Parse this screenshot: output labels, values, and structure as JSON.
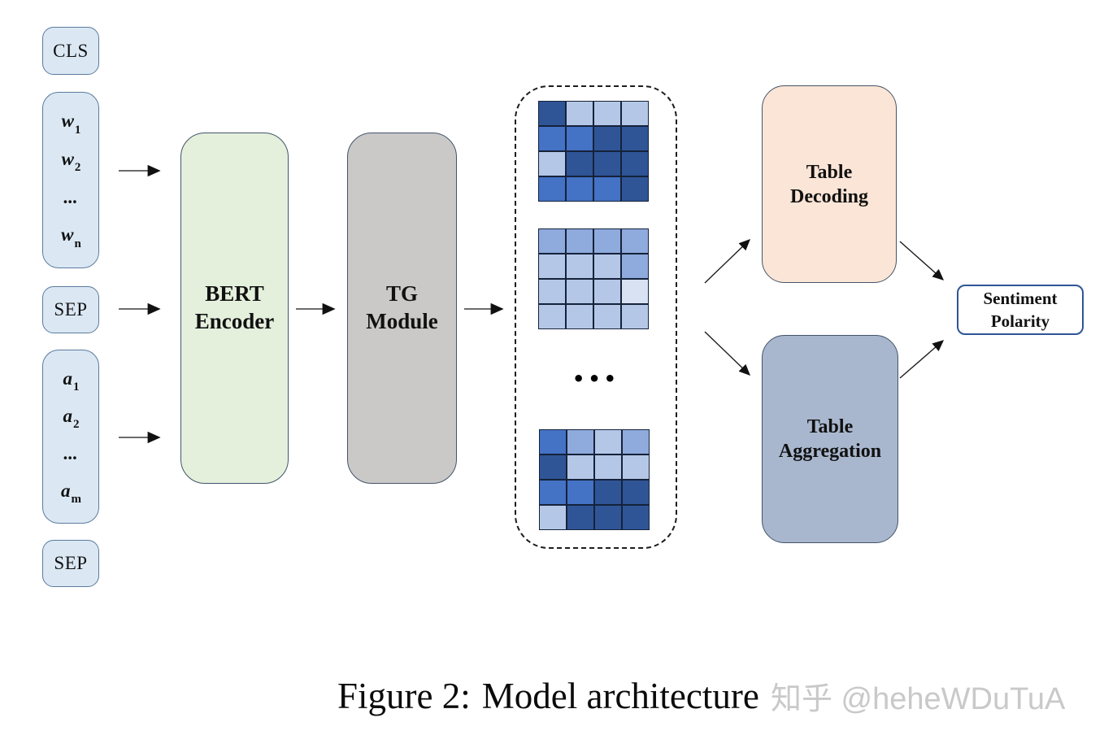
{
  "figure": {
    "caption_label": "Figure 2:",
    "caption_title": "Model architecture",
    "watermark": "知乎 @heheWDuTuA"
  },
  "palette": {
    "heat_levels": [
      "#D9E2F3",
      "#B4C7E7",
      "#8FAADC",
      "#4472C4",
      "#2F5597"
    ],
    "input_fill": "#DBE8F4",
    "input_border": "#5B7B9D",
    "bert_fill": "#E4F0DC",
    "tg_fill": "#CAC9C8",
    "decoding_fill": "#FBE5D6",
    "aggregation_fill": "#A9B7CE",
    "module_border": "#44546A",
    "sentiment_border": "#2F5597"
  },
  "inputs": {
    "cls_label": "CLS",
    "sep_top_label": "SEP",
    "sep_bottom_label": "SEP",
    "w_tokens": [
      {
        "base": "w",
        "sub": "1"
      },
      {
        "base": "w",
        "sub": "2"
      },
      {
        "base": "...",
        "sub": ""
      },
      {
        "base": "w",
        "sub": "n"
      }
    ],
    "a_tokens": [
      {
        "base": "a",
        "sub": "1"
      },
      {
        "base": "a",
        "sub": "2"
      },
      {
        "base": "...",
        "sub": ""
      },
      {
        "base": "a",
        "sub": "m"
      }
    ]
  },
  "modules": {
    "bert": {
      "line1": "BERT",
      "line2": "Encoder"
    },
    "tg": {
      "line1": "TG",
      "line2": "Module"
    },
    "decoding": {
      "line1": "Table",
      "line2": "Decoding"
    },
    "aggregation": {
      "line1": "Table",
      "line2": "Aggregation"
    },
    "sentiment": {
      "line1": "Sentiment",
      "line2": "Polarity"
    }
  },
  "heatmaps": {
    "ellipsis": "•••",
    "grids": [
      {
        "name": "attention-table-1",
        "rows": [
          [
            4,
            1,
            1,
            1
          ],
          [
            3,
            3,
            4,
            4
          ],
          [
            1,
            4,
            4,
            4
          ],
          [
            3,
            3,
            3,
            4
          ]
        ]
      },
      {
        "name": "attention-table-2",
        "rows": [
          [
            2,
            2,
            2,
            2
          ],
          [
            1,
            1,
            1,
            2
          ],
          [
            1,
            1,
            1,
            0
          ],
          [
            1,
            1,
            1,
            1
          ]
        ]
      },
      {
        "name": "attention-table-3",
        "rows": [
          [
            3,
            2,
            1,
            2
          ],
          [
            4,
            1,
            1,
            1
          ],
          [
            3,
            3,
            4,
            4
          ],
          [
            1,
            4,
            4,
            4
          ]
        ]
      }
    ]
  }
}
